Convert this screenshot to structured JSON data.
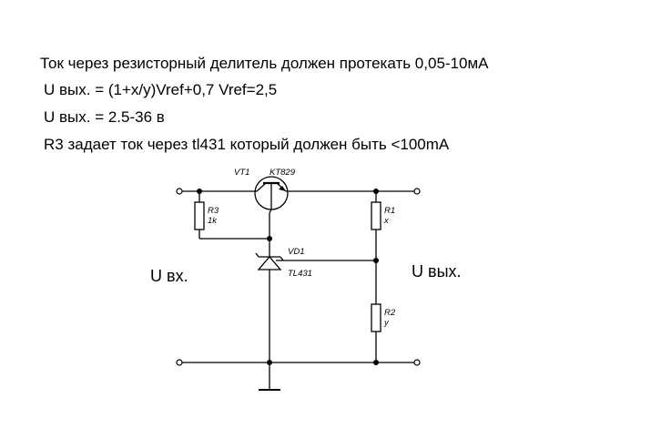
{
  "notes": {
    "line1": "Ток через резисторный делитель должен протекать  0,05-10мА",
    "line2": "U вых. = (1+x/y)Vref+0,7   Vref=2,5",
    "line3": "U вых. =  2.5-36 в",
    "line4": "R3 задает ток через  tl431 который должен быть <100mA"
  },
  "components": {
    "transistor": {
      "ref": "VT1",
      "part": "KT829"
    },
    "r3": {
      "ref": "R3",
      "value": "1k"
    },
    "r1": {
      "ref": "R1",
      "value": "x"
    },
    "r2": {
      "ref": "R2",
      "value": "y"
    },
    "zener": {
      "ref": "VD1",
      "part": "TL431"
    }
  },
  "labels": {
    "input": "U вх.",
    "output": "U вых."
  }
}
